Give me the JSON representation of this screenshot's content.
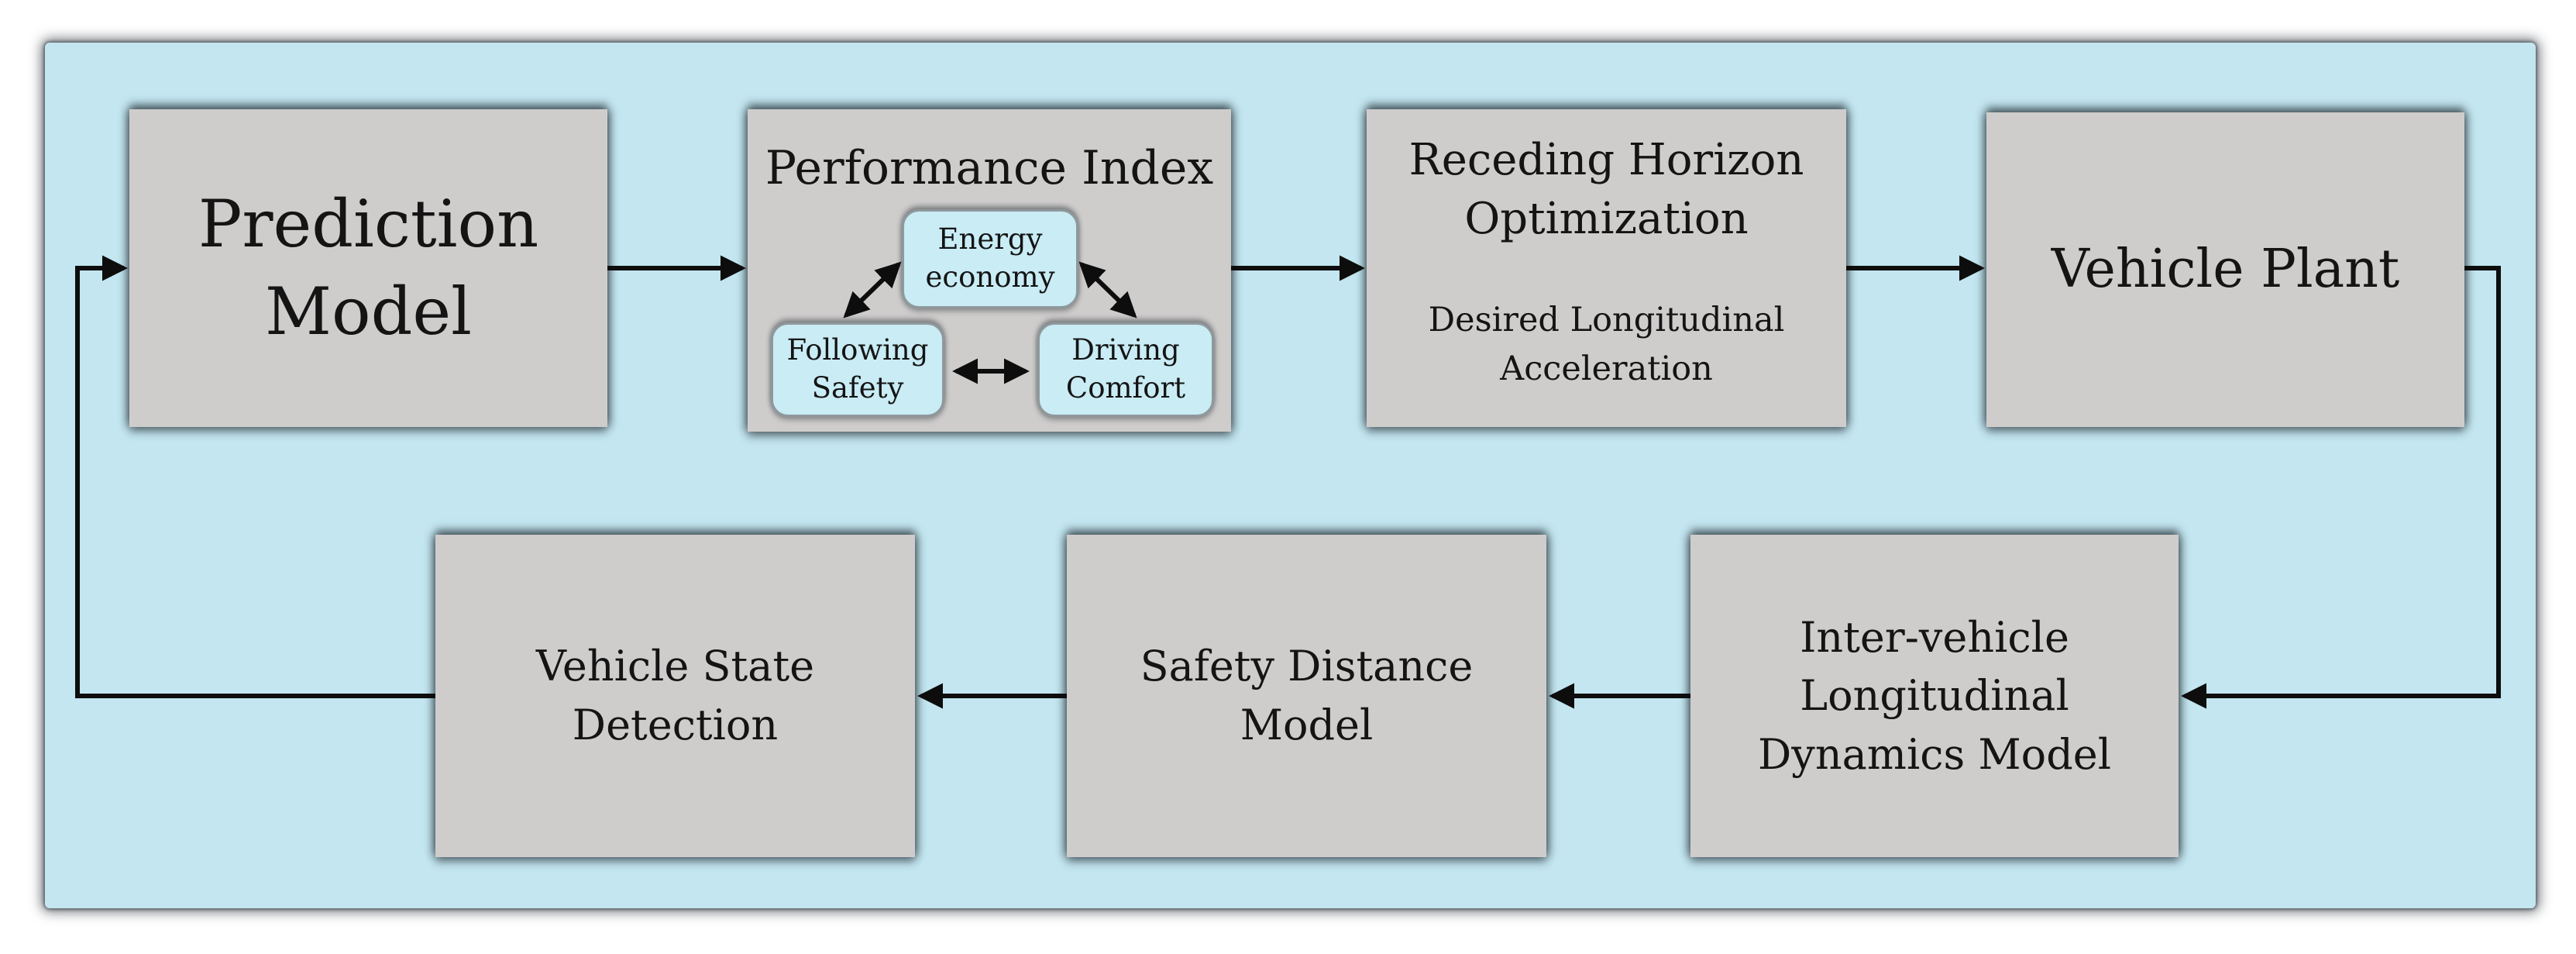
{
  "palette": {
    "canvas_bg": "#ffffff",
    "frame_bg": "#c3e6f0",
    "box_bg": "#cfcdcc",
    "subbox_bg": "#c9ecf5",
    "subbox_border": "#8f989b",
    "arrow": "#0d0d0d",
    "text": "#141414"
  },
  "diagram": {
    "top_row": {
      "prediction_model": {
        "label": "Prediction\nModel"
      },
      "performance_index": {
        "title": "Performance Index",
        "energy_economy": {
          "label": "Energy\neconomy"
        },
        "following_safety": {
          "label": "Following\nSafety"
        },
        "driving_comfort": {
          "label": "Driving\nComfort"
        }
      },
      "receding_horizon": {
        "title": "Receding Horizon\nOptimization",
        "subtitle": "Desired Longitudinal\nAcceleration"
      },
      "vehicle_plant": {
        "label": "Vehicle Plant"
      }
    },
    "bottom_row": {
      "vehicle_state_detection": {
        "label": "Vehicle State\nDetection"
      },
      "safety_distance_model": {
        "label": "Safety Distance\nModel"
      },
      "inter_vehicle_model": {
        "label": "Inter-vehicle\nLongitudinal\nDynamics Model"
      }
    }
  }
}
